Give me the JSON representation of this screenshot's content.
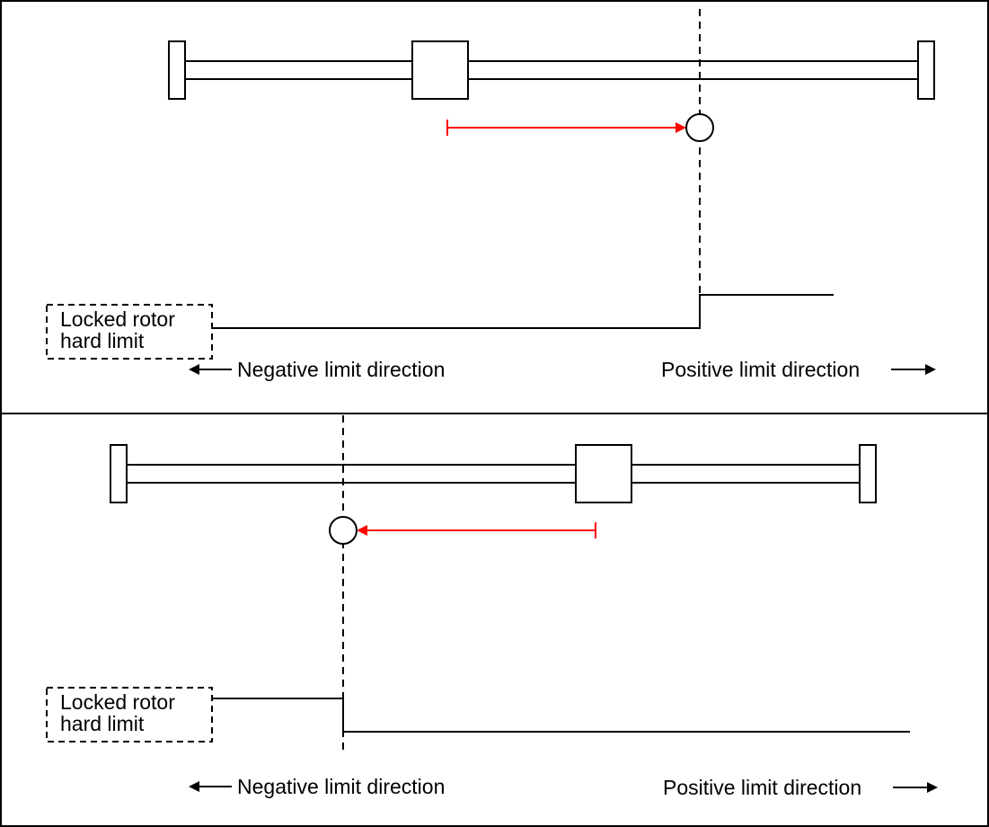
{
  "colors": {
    "line": "#000000",
    "arrow": "#ff0000",
    "background": "#ffffff"
  },
  "panels": [
    {
      "box_label_line1": "Locked rotor",
      "box_label_line2": "hard limit",
      "negative_label": "Negative limit direction",
      "positive_label": "Positive limit direction"
    },
    {
      "box_label_line1": "Locked rotor",
      "box_label_line2": "hard limit",
      "negative_label": "Negative limit direction",
      "positive_label": "Positive limit direction"
    }
  ]
}
